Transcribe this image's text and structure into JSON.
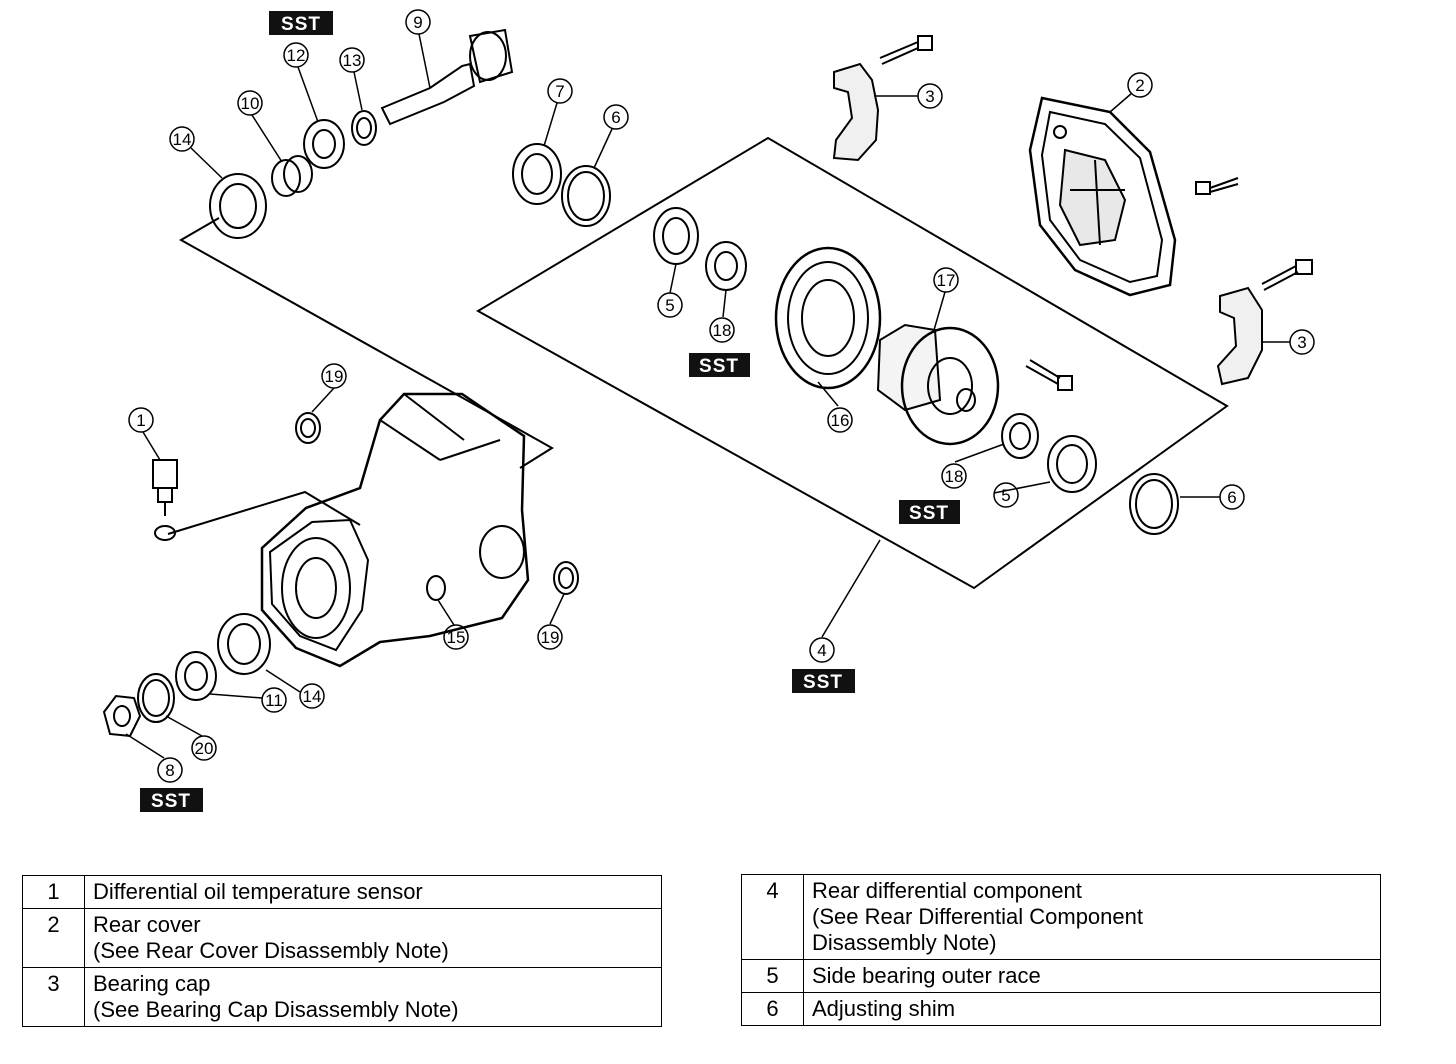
{
  "callouts": {
    "c1": "1",
    "c2": "2",
    "c3a": "3",
    "c3b": "3",
    "c4": "4",
    "c5a": "5",
    "c5b": "5",
    "c6a": "6",
    "c6b": "6",
    "c7": "7",
    "c8": "8",
    "c9": "9",
    "c10": "10",
    "c11": "11",
    "c12": "12",
    "c13": "13",
    "c14a": "14",
    "c14b": "14",
    "c15": "15",
    "c16": "16",
    "c17": "17",
    "c18a": "18",
    "c18b": "18",
    "c19a": "19",
    "c19b": "19",
    "c20": "20"
  },
  "sst_label": "SST",
  "legend_left": [
    {
      "num": "1",
      "name": "Differential oil temperature sensor",
      "note": ""
    },
    {
      "num": "2",
      "name": "Rear cover",
      "note": "(See Rear Cover Disassembly Note)"
    },
    {
      "num": "3",
      "name": "Bearing cap",
      "note": "(See Bearing Cap Disassembly Note)"
    }
  ],
  "legend_right": [
    {
      "num": "4",
      "name": "Rear differential component",
      "note": "(See Rear Differential Component Disassembly Note)"
    },
    {
      "num": "5",
      "name": "Side bearing outer race",
      "note": ""
    },
    {
      "num": "6",
      "name": "Adjusting shim",
      "note": ""
    }
  ]
}
